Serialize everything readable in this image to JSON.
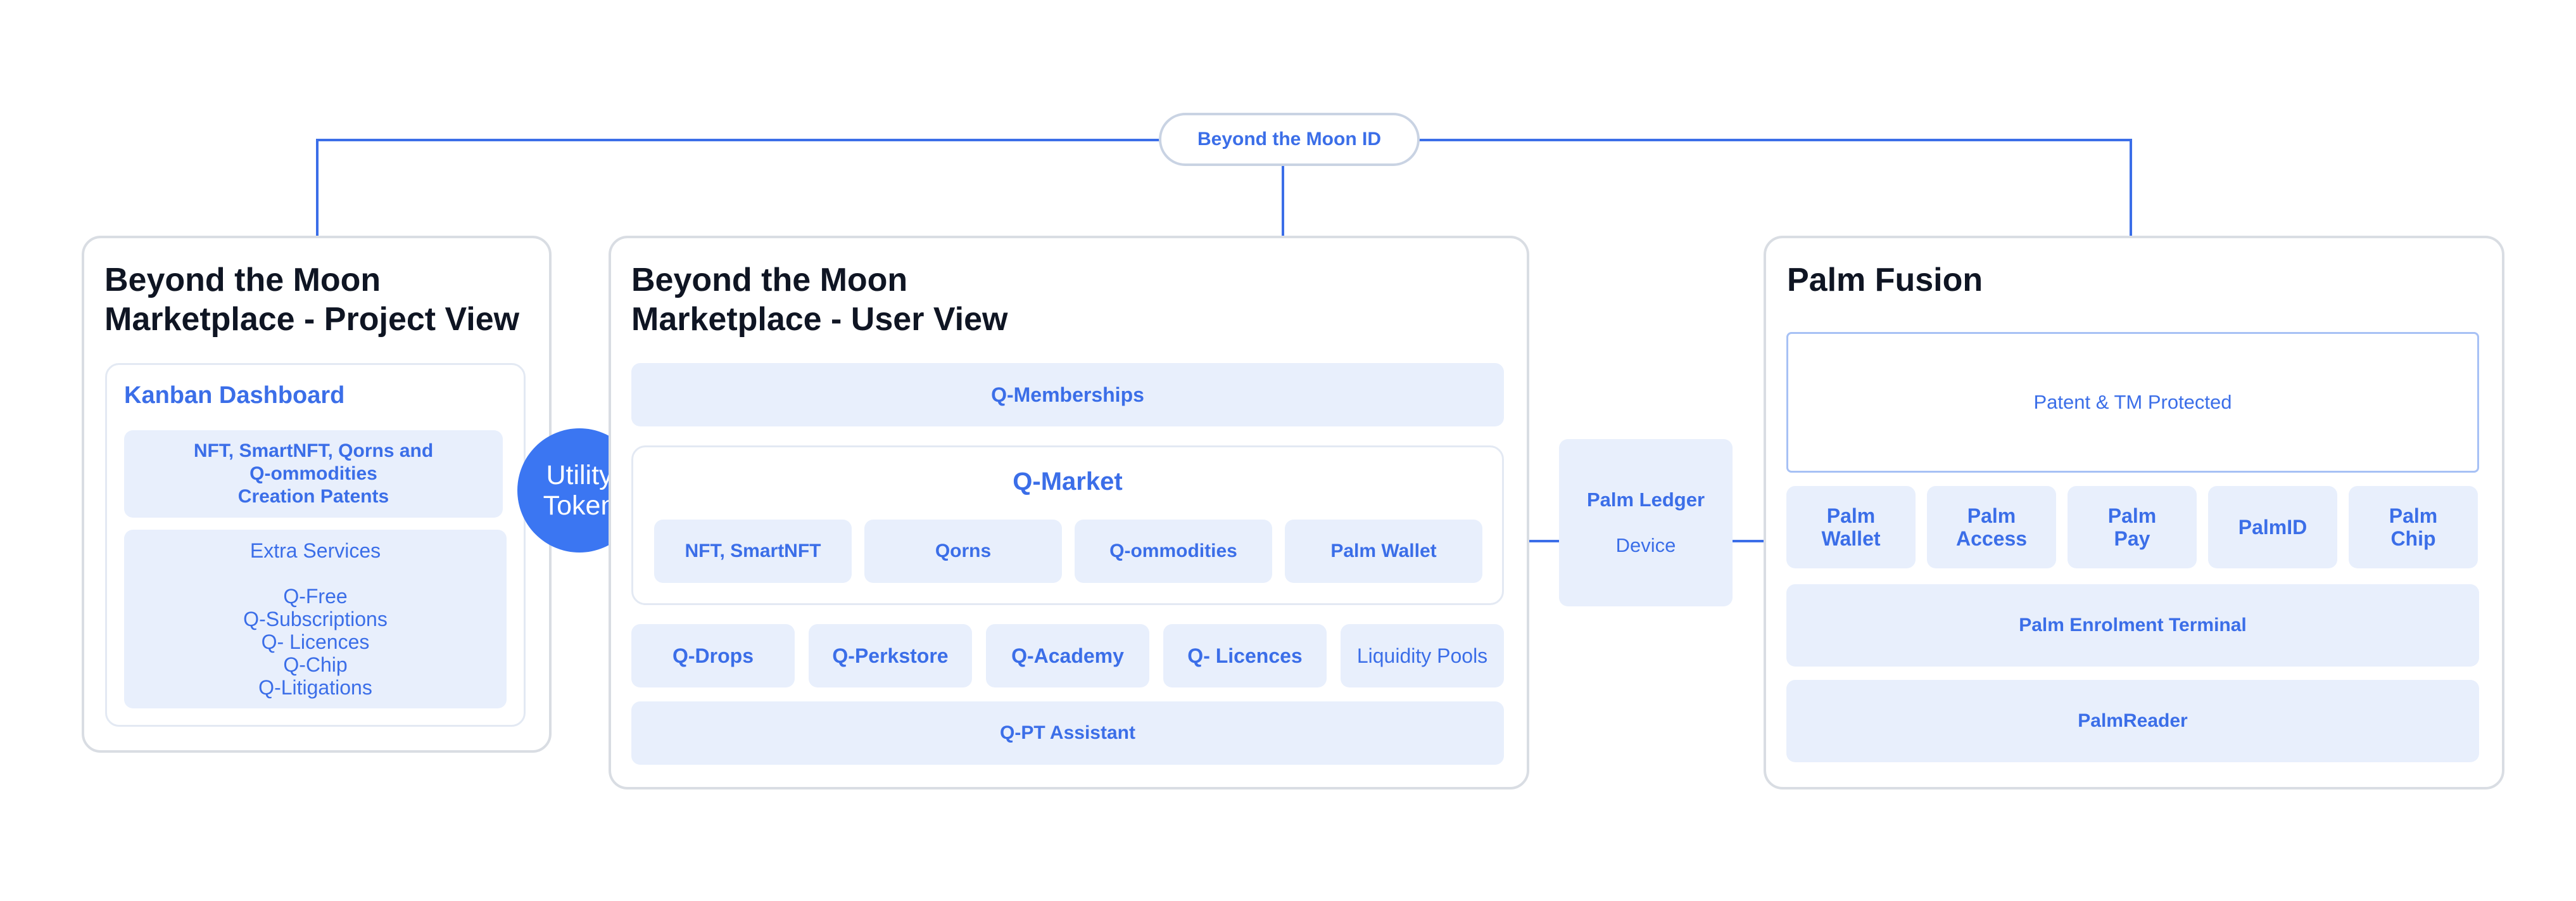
{
  "top_id": "Beyond the Moon ID",
  "project_view": {
    "title": "Beyond the Moon\nMarketplace - Project View",
    "kanban_label": "Kanban Dashboard",
    "patents": "NFT, SmartNFT, Qorns and\nQ-ommodities\nCreation Patents",
    "extra_services": "Extra Services\n\nQ-Free\nQ-Subscriptions\nQ- Licences\nQ-Chip\nQ-Litigations"
  },
  "utility_token": "Utility\nToken",
  "user_view": {
    "title": "Beyond the Moon\nMarketplace - User View",
    "memberships": "Q-Memberships",
    "q_market": {
      "label": "Q-Market",
      "items": [
        "NFT, SmartNFT",
        "Qorns",
        "Q-ommodities",
        "Palm Wallet"
      ]
    },
    "row_items": [
      "Q-Drops",
      "Q-Perkstore",
      "Q-Academy",
      "Q- Licences",
      "Liquidity Pools"
    ],
    "assistant": "Q-PT Assistant"
  },
  "palm_ledger": {
    "label": "Palm Ledger",
    "sub": "Device"
  },
  "palm_fusion": {
    "title": "Palm Fusion",
    "protected": "Patent & TM Protected",
    "items": [
      "Palm\nWallet",
      "Palm\nAccess",
      "Palm\nPay",
      "PalmID",
      "Palm\nChip"
    ],
    "enrolment": "Palm Enrolment Terminal",
    "reader": "PalmReader"
  },
  "colors": {
    "accent": "#3b6ee8",
    "box_fill": "#e8effc",
    "panel_border": "#d9dde3",
    "title_text": "#0f1523"
  }
}
